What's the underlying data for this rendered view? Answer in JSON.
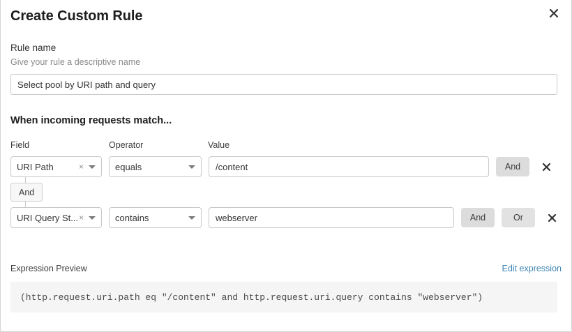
{
  "modal": {
    "title": "Create Custom Rule",
    "close_icon": "close-icon"
  },
  "rule_name": {
    "label": "Rule name",
    "help": "Give your rule a descriptive name",
    "value": "Select pool by URI path and query",
    "placeholder": "Rule name"
  },
  "match": {
    "heading": "When incoming requests match...",
    "columns": {
      "field": "Field",
      "operator": "Operator",
      "value": "Value"
    },
    "connector": {
      "label": "And"
    },
    "rows": [
      {
        "field": "URI Path",
        "field_clear": "×",
        "operator": "equals",
        "value": "/content",
        "buttons": [
          "And"
        ],
        "delete_icon": "close-icon"
      },
      {
        "field": "URI Query St...",
        "field_clear": "×",
        "operator": "contains",
        "value": "webserver",
        "buttons": [
          "And",
          "Or"
        ],
        "delete_icon": "close-icon"
      }
    ]
  },
  "expression": {
    "label": "Expression Preview",
    "edit_link": "Edit expression",
    "code": "(http.request.uri.path eq \"/content\" and http.request.uri.query contains \"webserver\")"
  },
  "colors": {
    "accent_link": "#3f86b5",
    "border": "#c9c9c9",
    "button_bg": "#dcdcdc",
    "code_bg": "#f5f5f5"
  }
}
